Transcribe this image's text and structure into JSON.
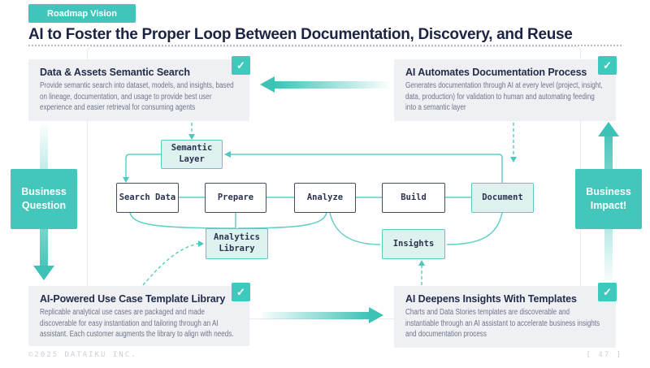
{
  "slide": {
    "badge_label": "Roadmap Vision",
    "title": "AI to Foster the Proper Loop Between Documentation, Discovery, and Reuse",
    "footer_left": "©2025 DATAIKU INC.",
    "footer_right": "[ 47 ]"
  },
  "check_glyph": "✓",
  "colors": {
    "accent_teal": "#3fc5b9",
    "node_fill_teal": "#ddf2ef",
    "node_border_teal": "#58cabf",
    "node_border_dark": "#454c66",
    "connector_teal": "#5ecfc4",
    "callout_bg": "#eef0f4",
    "title_navy": "#1d2343"
  },
  "callouts": {
    "top_left": {
      "heading": "Data & Assets Semantic Search",
      "body": "Provide semantic search into dataset, models, and insights, based on lineage, documentation, and usage to provide best user experience and easier retrieval for consuming agents"
    },
    "top_right": {
      "heading": "AI Automates Documentation Process",
      "body": "Generates documentation through AI at every level (project, insight, data, production) for validation to human and automating feeding into a semantic layer"
    },
    "bottom_left": {
      "heading": "AI-Powered Use Case Template Library",
      "body": "Replicable analytical use cases are packaged and made discoverable for easy instantiation and tailoring through an AI assistant. Each customer augments the library to align with needs."
    },
    "bottom_right": {
      "heading": "AI Deepens Insights With Templates",
      "body": "Charts and Data Stories templates are discoverable and instantiable through an AI assistant to accelerate business insights and documentation process"
    }
  },
  "side_labels": {
    "left": "Business Question",
    "right": "Business Impact!"
  },
  "nodes": {
    "semantic_layer": "Semantic Layer",
    "search_data": "Search Data",
    "prepare": "Prepare",
    "analyze": "Analyze",
    "build": "Build",
    "document": "Document",
    "analytics_library": "Analytics Library",
    "insights": "Insights"
  }
}
